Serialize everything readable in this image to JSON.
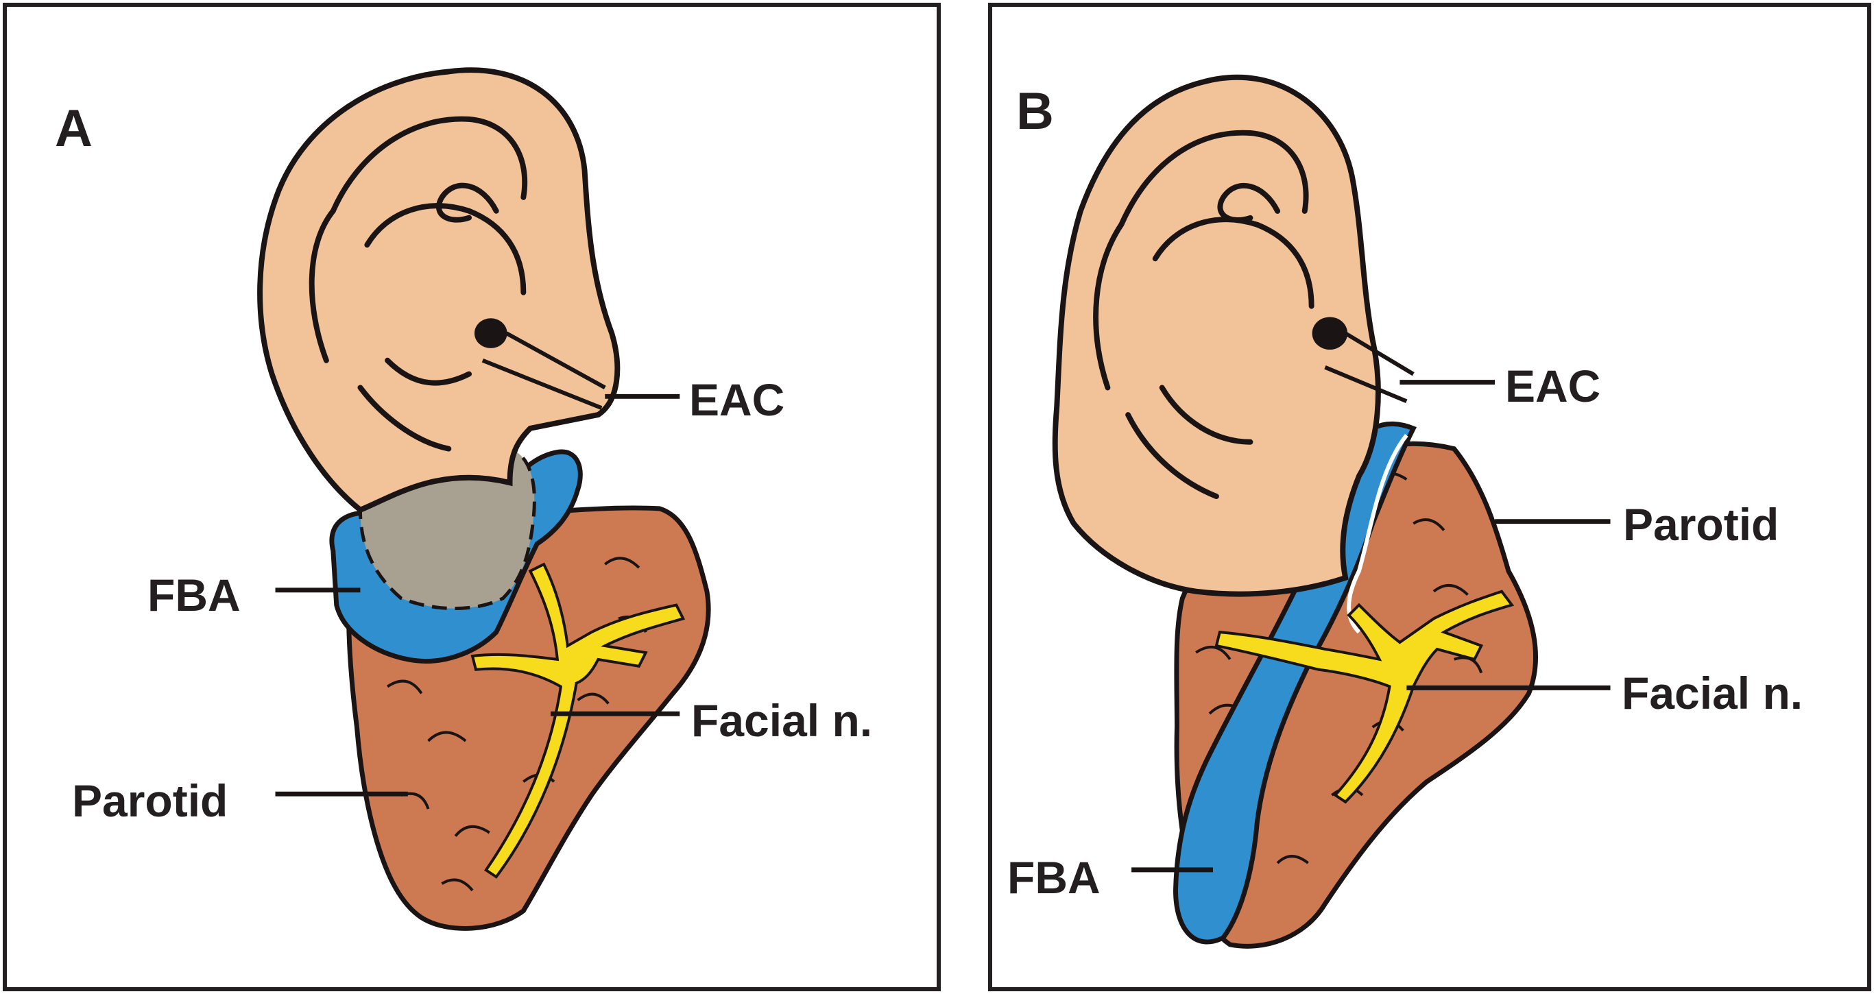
{
  "panels": [
    {
      "letter": "A",
      "labels": {
        "eac": "EAC",
        "fba": "FBA",
        "facial": "Facial n.",
        "parotid": "Parotid"
      }
    },
    {
      "letter": "B",
      "labels": {
        "eac": "EAC",
        "parotid": "Parotid",
        "facial": "Facial n.",
        "fba": "FBA"
      }
    }
  ],
  "colors": {
    "skin": "#f2c299",
    "parotid": "#cd7a52",
    "fba": "#2f8fcf",
    "cartilage": "#a8a090",
    "nerve": "#f7dc1e",
    "outline": "#1a1414"
  }
}
